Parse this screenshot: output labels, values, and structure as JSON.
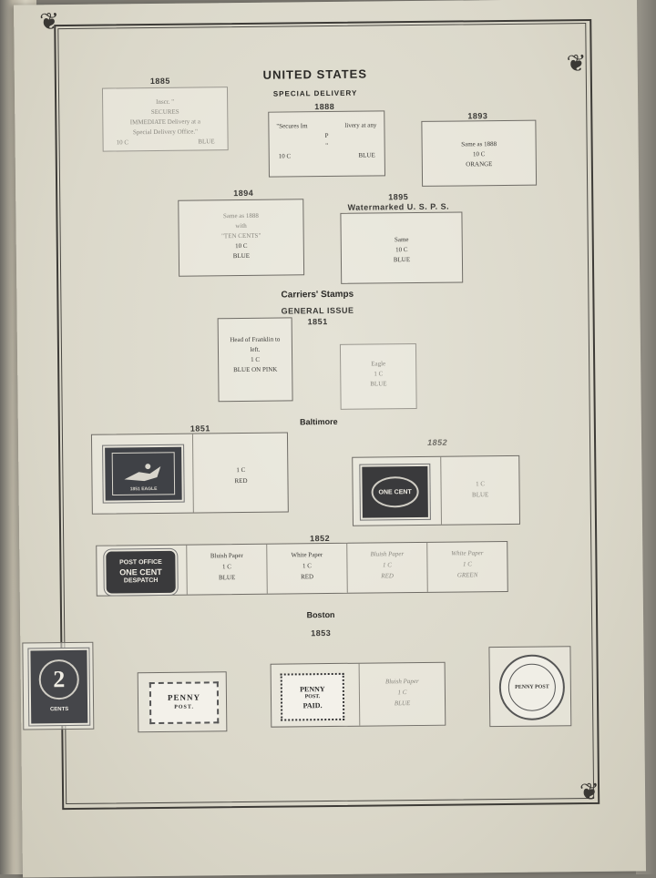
{
  "page": {
    "title": "UNITED STATES",
    "subtitle": "SPECIAL DELIVERY",
    "carriers_heading": "Carriers' Stamps",
    "general_issue": "GENERAL ISSUE",
    "baltimore_heading": "Baltimore",
    "boston_heading": "Boston"
  },
  "special_delivery": {
    "box_1885": {
      "year": "1885",
      "lines": [
        "Inscr. \"",
        "SECURES",
        "IMMEDIATE Delivery at a",
        "Special Delivery Office.\""
      ],
      "value": "10 C",
      "color": "BLUE"
    },
    "box_1888": {
      "year": "1888",
      "lines": [
        "\"Secures Im",
        "livery at any",
        "P",
        "\""
      ],
      "value": "10 C",
      "color": "BLUE"
    },
    "box_1893": {
      "year": "1893",
      "lines": [
        "Same as 1888"
      ],
      "value": "10 C",
      "color": "ORANGE"
    },
    "box_1894": {
      "year": "1894",
      "lines": [
        "Same as 1888",
        "with",
        "\"TEN CENTS\""
      ],
      "value": "10 C",
      "color": "BLUE"
    },
    "box_1895": {
      "year": "1895",
      "heading": "Watermarked U. S. P. S.",
      "lines": [
        "Same"
      ],
      "value": "10 C",
      "color": "BLUE"
    }
  },
  "carriers": {
    "year": "1851",
    "franklin": {
      "lines": [
        "Head of Franklin to",
        "left."
      ],
      "value": "1 C",
      "color": "BLUE ON PINK"
    },
    "eagle": {
      "lines": [
        "Eagle"
      ],
      "value": "1 C",
      "color": "BLUE"
    }
  },
  "baltimore": {
    "row1_year": "1851",
    "row1_stamp_text": "1851 EAGLE",
    "row1_value": "1 C",
    "row1_color": "RED",
    "row1b_year": "1852",
    "row1b_stamp_text": "ONE CENT",
    "row1b_value": "1 C",
    "row1b_color": "BLUE",
    "row2_year": "1852",
    "row2_stamp_lines": [
      "POST OFFICE",
      "ONE CENT",
      "DESPATCH"
    ],
    "row2_cells": [
      {
        "paper": "Bluish Paper",
        "value": "1 C",
        "color": "BLUE"
      },
      {
        "paper": "White Paper",
        "value": "1 C",
        "color": "RED"
      },
      {
        "paper": "Bluish Paper",
        "value": "1 C",
        "color": "RED"
      },
      {
        "paper": "White Paper",
        "value": "1 C",
        "color": "GREEN"
      }
    ]
  },
  "boston": {
    "year": "1853",
    "stamp_2c_text": "2",
    "stamp_2c_label": "CENTS",
    "penny_post_lines": [
      "PENNY",
      "POST."
    ],
    "penny_paid_lines": [
      "PENNY",
      "POST.",
      "PAID."
    ],
    "cell_paper": "Bluish Paper",
    "cell_value": "1 C",
    "cell_color": "BLUE",
    "round_stamp_text": "PENNY POST"
  },
  "colors": {
    "paper": "#dbd8ca",
    "ink": "#2b2a28",
    "stamp_dark": "#3a3a3c"
  }
}
